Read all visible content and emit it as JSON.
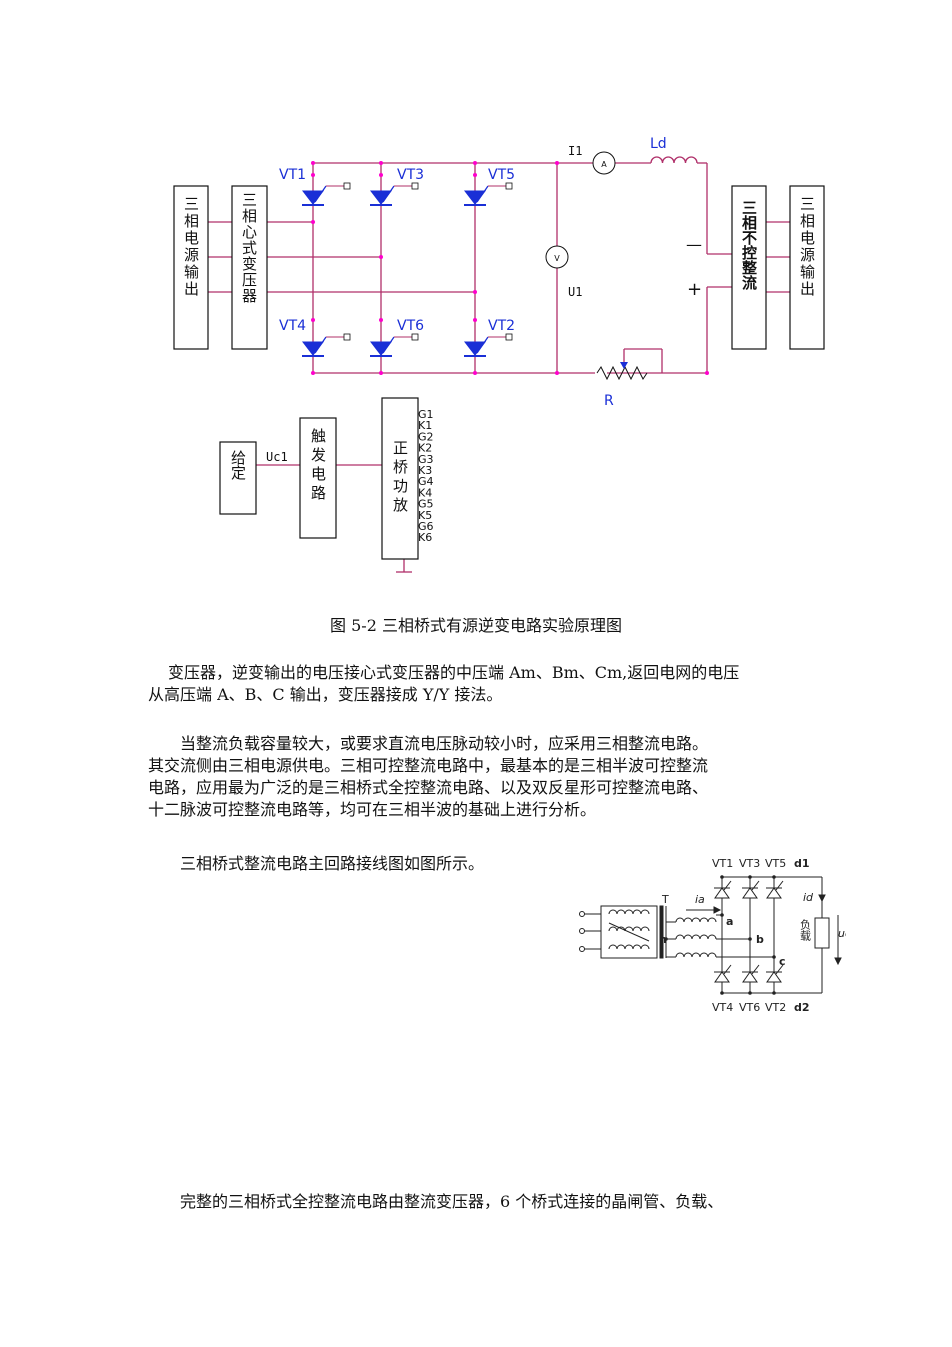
{
  "diagram1": {
    "left_box_source": "三相电源输出",
    "left_box_transformer": "三相心式变压器",
    "right_box_rectifier": "三相不控整流",
    "right_box_source": "三相电源输出",
    "thyristors": [
      "VT1",
      "VT3",
      "VT5",
      "VT4",
      "VT6",
      "VT2"
    ],
    "ammeter_label": "I1",
    "ammeter_symbol": "A",
    "inductor_label": "Ld",
    "voltmeter_label": "U1",
    "voltmeter_symbol": "V",
    "minus_sign": "—",
    "plus_sign": "+",
    "resistor_label": "R",
    "box_setpoint": "给定",
    "signal_uc": "Uc1",
    "box_trigger": "触发电路",
    "box_amplifier": "正桥功放",
    "gate_pins": [
      "G1",
      "K1",
      "G2",
      "K2",
      "G3",
      "K3",
      "G4",
      "K4",
      "G5",
      "K5",
      "G6",
      "K6"
    ]
  },
  "caption": "图 5-2   三相桥式有源逆变电路实验原理图",
  "paragraph1_line1": "变压器，逆变输出的电压接心式变压器的中压端 Am、Bm、Cm,返回电网的电压",
  "paragraph1_line2": "从高压端 A、B、C 输出，变压器接成 Y/Y 接法。",
  "paragraph2": [
    "当整流负载容量较大，或要求直流电压脉动较小时，应采用三相整流电路。",
    "其交流侧由三相电源供电。三相可控整流电路中，最基本的是三相半波可控整流",
    "电路，应用最为广泛的是三相桥式全控整流电路、以及双反星形可控整流电路、",
    "十二脉波可控整流电路等，均可在三相半波的基础上进行分析。"
  ],
  "paragraph3": "三相桥式整流电路主回路接线图如图所示。",
  "diagram2": {
    "top_labels": [
      "VT1",
      "VT3",
      "VT5",
      "d1"
    ],
    "bottom_labels": [
      "VT4",
      "VT6",
      "VT2",
      "d2"
    ],
    "transformer": "T",
    "current_ia": "ia",
    "current_id": "id",
    "node_a": "a",
    "node_b": "b",
    "node_c": "c",
    "node_n": "n",
    "load": "负载",
    "voltage": "ud"
  },
  "paragraph4": "完整的三相桥式全控整流电路由整流变压器，6 个桥式连接的晶闸管、负载、",
  "colors": {
    "wire": "#b0306a",
    "thyristor": "#1a2fd6",
    "label_blue": "#1a2fd6",
    "node": "#ff00cc"
  }
}
